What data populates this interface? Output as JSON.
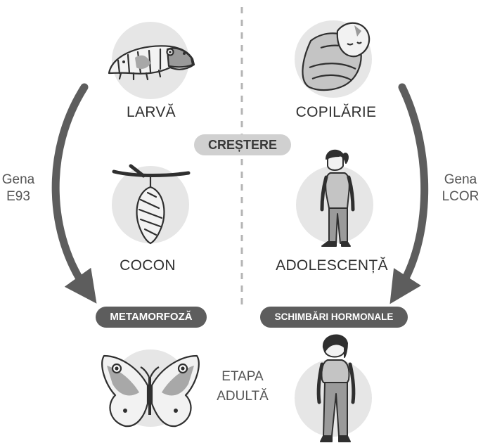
{
  "center": {
    "label": "CREȘTERE"
  },
  "left": {
    "gene_label_line1": "Gena",
    "gene_label_line2": "E93",
    "stage1": "LARVĂ",
    "stage2": "COCON",
    "process": "METAMORFOZĂ",
    "icons": [
      "caterpillar-icon",
      "cocoon-icon",
      "butterfly-icon"
    ]
  },
  "right": {
    "gene_label_line1": "Gena",
    "gene_label_line2": "LCOR",
    "stage1": "COPILĂRIE",
    "stage2": "ADOLESCENȚĂ",
    "process": "SCHIMBĂRI HORMONALE",
    "icons": [
      "swaddled-baby-icon",
      "teen-girl-icon",
      "adult-woman-icon"
    ]
  },
  "bottom": {
    "adult_line1": "ETAPA",
    "adult_line2": "ADULTĂ"
  },
  "colors": {
    "circle": "#e6e6e6",
    "arrow": "#5d5d5d",
    "pill_dark": "#5d5d5d",
    "pill_light": "#d0d0d0",
    "divider": "#b5b5b5"
  }
}
